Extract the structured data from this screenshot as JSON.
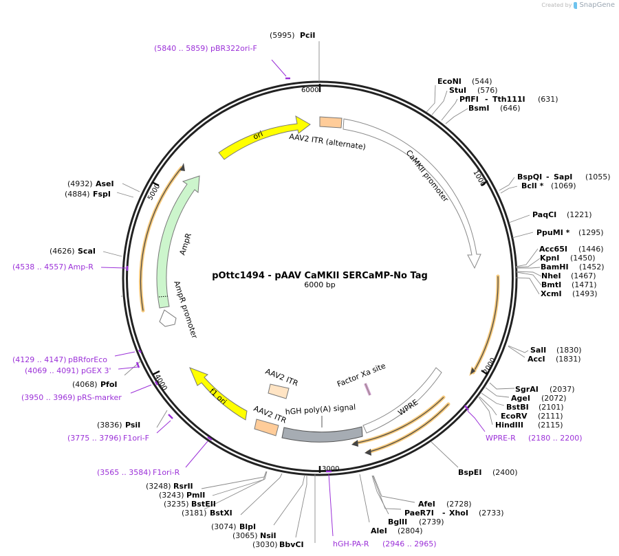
{
  "watermark": {
    "prefix": "Created by",
    "brand": "SnapGene"
  },
  "plasmid": {
    "name": "pOttc1494 - pAAV CaMKII SERCaMP-No Tag",
    "length_label": "6000 bp",
    "length": 6000
  },
  "ticks": [
    {
      "label": "6000",
      "pos": 6000
    },
    {
      "label": "1000",
      "pos": 1000
    },
    {
      "label": "2000",
      "pos": 2000
    },
    {
      "label": "3000",
      "pos": 3000
    },
    {
      "label": "4000",
      "pos": 4000
    },
    {
      "label": "5000",
      "pos": 5000
    }
  ],
  "features": [
    {
      "name": "ori",
      "label": "ori",
      "color": "#ffff00"
    },
    {
      "name": "AAV2 ITR (alternate)",
      "label": "AAV2 ITR (alternate)",
      "color": "#ffcc99"
    },
    {
      "name": "CaMKII promoter",
      "label": "CaMKII promoter",
      "color": "#ffffff"
    },
    {
      "name": "WPRE",
      "label": "WPRE",
      "color": "#ffffff"
    },
    {
      "name": "Factor Xa site",
      "label": "Factor Xa site",
      "color": "#cc99cc"
    },
    {
      "name": "hGH poly(A) signal",
      "label": "hGH poly(A) signal",
      "color": "#a6acb3"
    },
    {
      "name": "AAV2 ITR inner",
      "label": "AAV2 ITR",
      "color": "#ffe4c4"
    },
    {
      "name": "AAV2 ITR outer",
      "label": "AAV2 ITR",
      "color": "#ffcc99"
    },
    {
      "name": "f1 ori",
      "label": "f1 ori",
      "color": "#ffff00"
    },
    {
      "name": "AmpR promoter",
      "label": "AmpR promoter",
      "color": "#ffffff"
    },
    {
      "name": "AmpR",
      "label": "AmpR",
      "color": "#ccf5cc"
    }
  ],
  "enzymes": [
    {
      "name": "PciI",
      "pos": "(5995)"
    },
    {
      "name": "EcoNI",
      "pos": "(544)"
    },
    {
      "name": "StuI",
      "pos": "(576)"
    },
    {
      "name": "PflFI",
      "name2": "Tth111I",
      "pos": "(631)"
    },
    {
      "name": "BsmI",
      "pos": "(646)"
    },
    {
      "name": "BspQI",
      "name2": "SapI",
      "pos": "(1055)"
    },
    {
      "name": "BclI *",
      "pos": "(1069)"
    },
    {
      "name": "PaqCI",
      "pos": "(1221)"
    },
    {
      "name": "PpuMI *",
      "pos": "(1295)"
    },
    {
      "name": "Acc65I",
      "pos": "(1446)"
    },
    {
      "name": "KpnI",
      "pos": "(1450)"
    },
    {
      "name": "BamHI",
      "pos": "(1452)"
    },
    {
      "name": "NheI",
      "pos": "(1467)"
    },
    {
      "name": "BmtI",
      "pos": "(1471)"
    },
    {
      "name": "XcmI",
      "pos": "(1493)"
    },
    {
      "name": "SalI",
      "pos": "(1830)"
    },
    {
      "name": "AccI",
      "pos": "(1831)"
    },
    {
      "name": "SgrAI",
      "pos": "(2037)"
    },
    {
      "name": "AgeI",
      "pos": "(2072)"
    },
    {
      "name": "BstBI",
      "pos": "(2101)"
    },
    {
      "name": "EcoRV",
      "pos": "(2111)"
    },
    {
      "name": "HindIII",
      "pos": "(2115)"
    },
    {
      "name": "BspEI",
      "pos": "(2400)"
    },
    {
      "name": "AfeI",
      "pos": "(2728)"
    },
    {
      "name": "PaeR7I",
      "name2": "XhoI",
      "pos": "(2733)"
    },
    {
      "name": "BglII",
      "pos": "(2739)"
    },
    {
      "name": "AleI",
      "pos": "(2804)"
    },
    {
      "name": "BbvCI",
      "pos": "(3030)"
    },
    {
      "name": "NsiI",
      "pos": "(3065)"
    },
    {
      "name": "BlpI",
      "pos": "(3074)"
    },
    {
      "name": "BstXI",
      "pos": "(3181)"
    },
    {
      "name": "BstEII",
      "pos": "(3235)"
    },
    {
      "name": "PmlI",
      "pos": "(3243)"
    },
    {
      "name": "RsrII",
      "pos": "(3248)"
    },
    {
      "name": "PsiI",
      "pos": "(3836)"
    },
    {
      "name": "PfoI",
      "pos": "(4068)"
    },
    {
      "name": "ScaI",
      "pos": "(4626)"
    },
    {
      "name": "FspI",
      "pos": "(4884)"
    },
    {
      "name": "AseI",
      "pos": "(4932)"
    }
  ],
  "primers": [
    {
      "name": "pBR322ori-F",
      "range": "(5840 .. 5859)"
    },
    {
      "name": "WPRE-R",
      "range": "(2180 .. 2200)"
    },
    {
      "name": "hGH-PA-R",
      "range": "(2946 .. 2965)"
    },
    {
      "name": "F1ori-R",
      "range": "(3565 .. 3584)"
    },
    {
      "name": "F1ori-F",
      "range": "(3775 .. 3796)"
    },
    {
      "name": "pRS-marker",
      "range": "(3950 .. 3969)"
    },
    {
      "name": "pGEX 3'",
      "range": "(4069 .. 4091)"
    },
    {
      "name": "pBRforEco",
      "range": "(4129 .. 4147)"
    },
    {
      "name": "Amp-R",
      "range": "(4538 .. 4557)"
    }
  ],
  "colors": {
    "backbone": "#222222",
    "primer": "#9b30d8",
    "orf_highlight": "#f5c87a",
    "label_line": "#888888"
  }
}
